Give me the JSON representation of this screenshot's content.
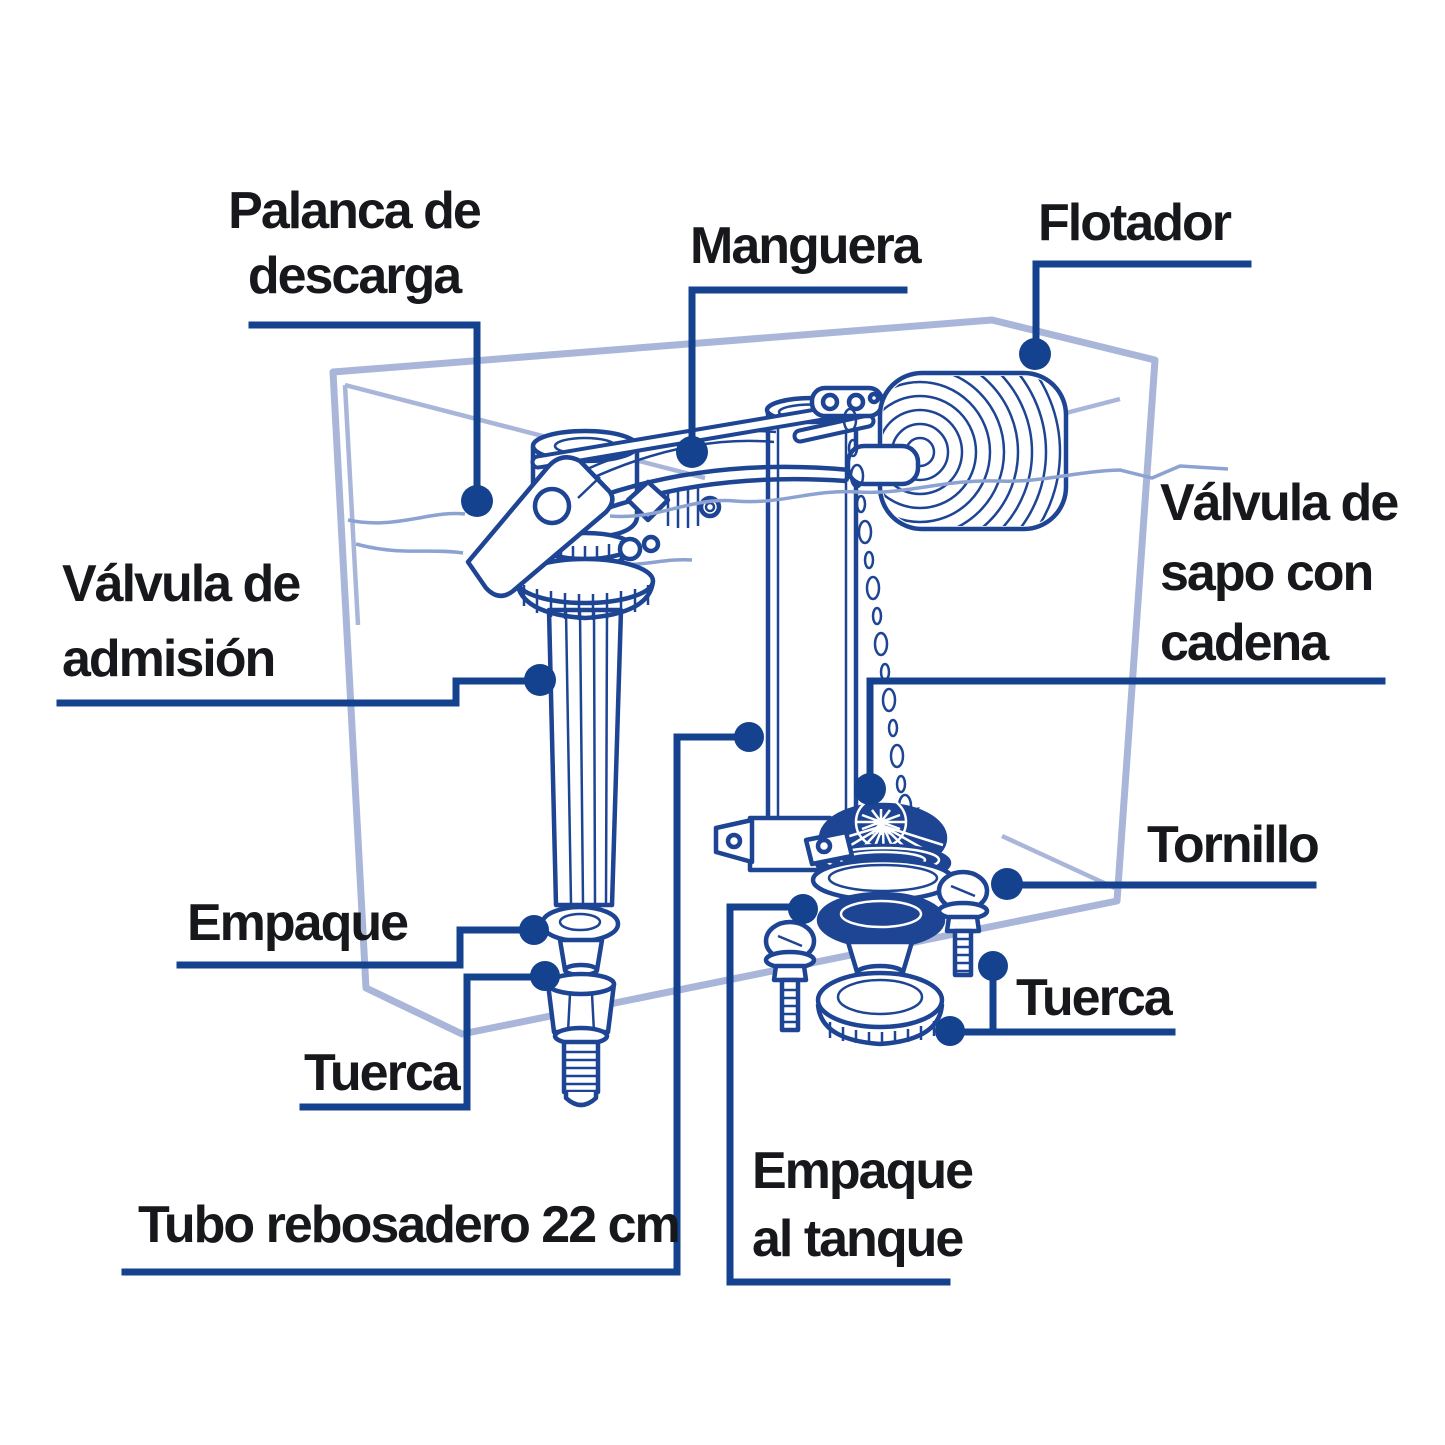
{
  "figure": {
    "alt": "Diagrama de partes de herraje para tanque de inodoro (línea azul sobre fondo blanco)"
  },
  "colors": {
    "text": "#17181b",
    "leader": "#14428f",
    "draw": "#1e4494",
    "tank": "#a9b6d9",
    "water": "#8ca3d1",
    "bg": "#ffffff"
  },
  "labels": {
    "palanca": {
      "lines": [
        "Palanca de",
        "descarga"
      ]
    },
    "manguera": {
      "lines": [
        "Manguera"
      ]
    },
    "flotador": {
      "lines": [
        "Flotador"
      ]
    },
    "valvula_admision": {
      "lines": [
        "Válvula de",
        "admisión"
      ]
    },
    "valvula_sapo": {
      "lines": [
        "Válvula de",
        "sapo con",
        "cadena"
      ]
    },
    "tornillo": {
      "lines": [
        "Tornillo"
      ]
    },
    "tuerca_derecha": {
      "lines": [
        "Tuerca"
      ]
    },
    "empaque": {
      "lines": [
        "Empaque"
      ]
    },
    "tuerca_izquierda": {
      "lines": [
        "Tuerca"
      ]
    },
    "tubo_rebosadero": {
      "lines": [
        "Tubo rebosadero 22 cm"
      ]
    },
    "empaque_tanque": {
      "lines": [
        "Empaque",
        "al tanque"
      ]
    }
  }
}
